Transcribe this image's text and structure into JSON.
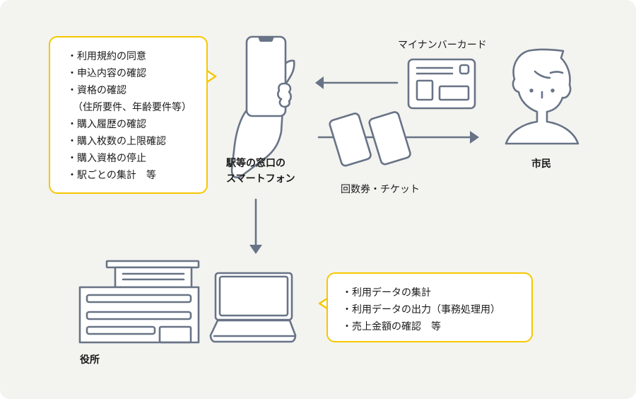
{
  "diagram": {
    "smartphone_bubble": {
      "items": [
        "・利用規約の同意",
        "・申込内容の確認",
        "・資格の確認",
        "（住所要件、年齢要件等）",
        "・購入履歴の確認",
        "・購入枚数の上限確認",
        "・購入資格の停止",
        "・駅ごとの集計　等"
      ]
    },
    "office_bubble": {
      "items": [
        "・利用データの集計",
        "・利用データの出力（事務処理用）",
        "・売上金額の確認　等"
      ]
    },
    "labels": {
      "smartphone_line1": "駅等の窓口の",
      "smartphone_line2": "スマートフォン",
      "my_number_card": "マイナンバーカード",
      "tickets": "回数券・チケット",
      "citizen": "市民",
      "city_office": "役所"
    },
    "colors": {
      "background": "#f3f3ef",
      "stroke": "#687386",
      "bubble_border": "#f5c800"
    }
  }
}
